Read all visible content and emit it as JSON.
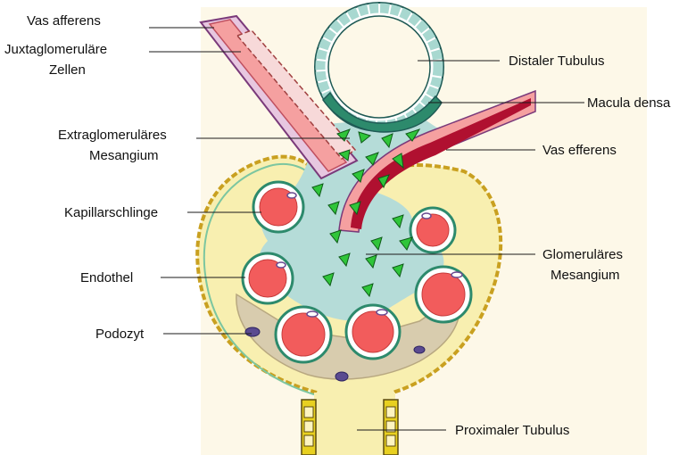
{
  "labels": {
    "vas_afferens": "Vas afferens",
    "juxta_line1": "Juxtaglomeruläre",
    "juxta_line2": "Zellen",
    "extra_line1": "Extraglomeruläres",
    "extra_line2": "Mesangium",
    "kapillarschlinge": "Kapillarschlinge",
    "endothel": "Endothel",
    "podozyt": "Podozyt",
    "distaler_tubulus": "Distaler Tubulus",
    "macula_densa": "Macula densa",
    "vas_efferens": "Vas efferens",
    "glom_line1": "Glomeruläres",
    "glom_line2": "Mesangium",
    "proximaler_tubulus": "Proximaler Tubulus"
  },
  "colors": {
    "background_panel": "#fdf8e8",
    "capsule_fill": "#f8efb0",
    "capsule_wall": "#c9a020",
    "mesangium": "#b5dcd8",
    "mesangial_cell": "#2fc53a",
    "capillary_blood": "#f25c5c",
    "endothelium": "#2d8a6c",
    "podocyte": "#d8ccae",
    "afferent": "#f5a0a0",
    "efferent": "#b01030",
    "tubule_cell": "#a8d8d0"
  }
}
